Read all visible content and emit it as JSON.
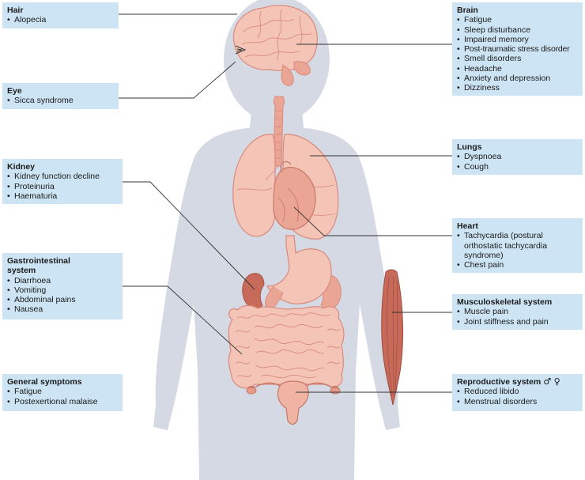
{
  "labels": {
    "hair": {
      "title": "Hair",
      "items": [
        "Alopecia"
      ]
    },
    "eye": {
      "title": "Eye",
      "items": [
        "Sicca syndrome"
      ]
    },
    "kidney": {
      "title": "Kidney",
      "items": [
        "Kidney function decline",
        "Proteinuria",
        "Haematuria"
      ]
    },
    "gi": {
      "title": "Gastrointestinal system",
      "items": [
        "Diarrhoea",
        "Vomiting",
        "Abdominal pains",
        "Nausea"
      ]
    },
    "general": {
      "title": "General symptoms",
      "items": [
        "Fatigue",
        "Postexertional malaise"
      ]
    },
    "brain": {
      "title": "Brain",
      "items": [
        "Fatigue",
        "Sleep disturbance",
        "Impaired memory",
        "Post-traumatic stress disorder",
        "Smell disorders",
        "Headache",
        "Anxiety and depression",
        "Dizziness"
      ]
    },
    "lungs": {
      "title": "Lungs",
      "items": [
        "Dyspnoea",
        "Cough"
      ]
    },
    "heart": {
      "title": "Heart",
      "items": [
        "Tachycardia (postural orthostatic tachycardia syndrome)",
        "Chest pain"
      ]
    },
    "musculoskeletal": {
      "title": "Musculoskeletal system",
      "items": [
        "Muscle pain",
        "Joint stiffness and pain"
      ]
    },
    "reproductive": {
      "title": "Reproductive system",
      "sex_symbols": "♂ ♀",
      "items": [
        "Reduced libido",
        "Menstrual disorders"
      ]
    }
  },
  "icons": [
    "human-body-silhouette",
    "brain-icon",
    "eye-icon",
    "lungs-icon",
    "heart-icon",
    "kidney-icon",
    "stomach-icon",
    "intestines-icon",
    "muscle-icon",
    "uterus-icon"
  ],
  "colors": {
    "label_box": "#cde4f4",
    "silhouette": "#d5d9e3",
    "organ_fill": "#f4c5b7",
    "organ_dark": "#d98a7c",
    "muscle": "#c86a5a",
    "leader_line": "#333333"
  }
}
